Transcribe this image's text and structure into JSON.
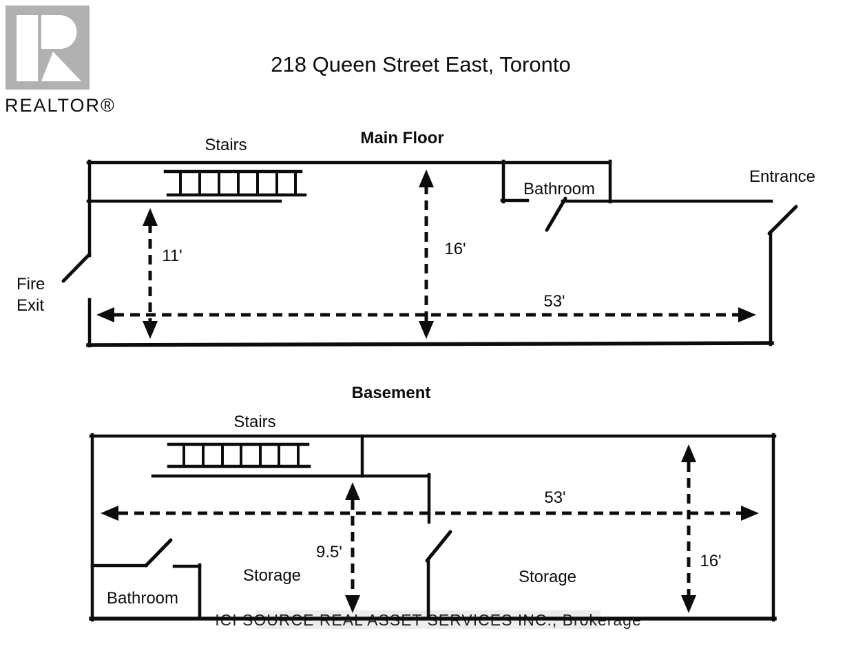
{
  "title": "218 Queen Street East, Toronto",
  "logo": {
    "brand": "REALTOR®"
  },
  "colors": {
    "line": "#0c0c0c",
    "logo_gray": "#b2b1b1",
    "logo_text_gray": "#b5b4b4",
    "watermark_band": "#ededed",
    "watermark_text": "#a0a0a0"
  },
  "main_floor": {
    "name": "Main Floor",
    "labels": {
      "stairs": "Stairs",
      "bathroom": "Bathroom",
      "entrance": "Entrance",
      "fire_exit_line1": "Fire",
      "fire_exit_line2": "Exit"
    },
    "dimensions": {
      "left_height": "11'",
      "height": "16'",
      "width": "53'"
    }
  },
  "basement": {
    "name": "Basement",
    "labels": {
      "stairs": "Stairs",
      "bathroom": "Bathroom",
      "storage_left": "Storage",
      "storage_right": "Storage"
    },
    "dimensions": {
      "stair_side_height": "9.5'",
      "height": "16'",
      "width": "53'"
    }
  },
  "watermark": "ICI SOURCE REAL ASSET SERVICES INC., Brokerage"
}
